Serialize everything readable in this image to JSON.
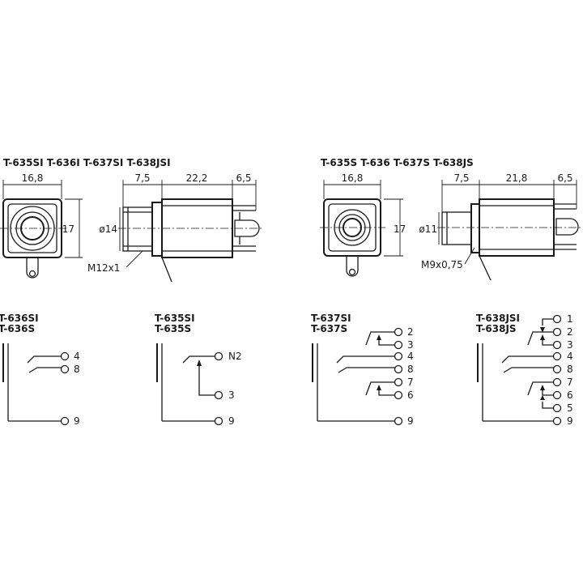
{
  "left_group": {
    "title": "T-635SI  T-636I  T-637SI  T-638JSI",
    "front_width": "16,8",
    "front_height": "17",
    "dims": [
      "7,5",
      "22,2",
      "6,5"
    ],
    "diameter": "ø14",
    "thread": "M12x1"
  },
  "right_group": {
    "title": "T-635S  T-636  T-637S  T-638JS",
    "front_width": "16,8",
    "front_height": "17",
    "dims": [
      "7,5",
      "21,8",
      "6,5"
    ],
    "diameter": "ø11",
    "thread": "M9x0,75"
  },
  "schematics": [
    {
      "models": [
        "T-636SI",
        "T-636S"
      ],
      "pins": [
        "4",
        "8",
        "9"
      ]
    },
    {
      "models": [
        "T-635SI",
        "T-635S"
      ],
      "pins": [
        "N2",
        "3",
        "9"
      ]
    },
    {
      "models": [
        "T-637SI",
        "T-637S"
      ],
      "pins": [
        "2",
        "3",
        "4",
        "8",
        "7",
        "6",
        "9"
      ]
    },
    {
      "models": [
        "T-638JSI",
        "T-638JS"
      ],
      "pins": [
        "1",
        "2",
        "3",
        "4",
        "8",
        "7",
        "6",
        "5",
        "9"
      ]
    }
  ]
}
